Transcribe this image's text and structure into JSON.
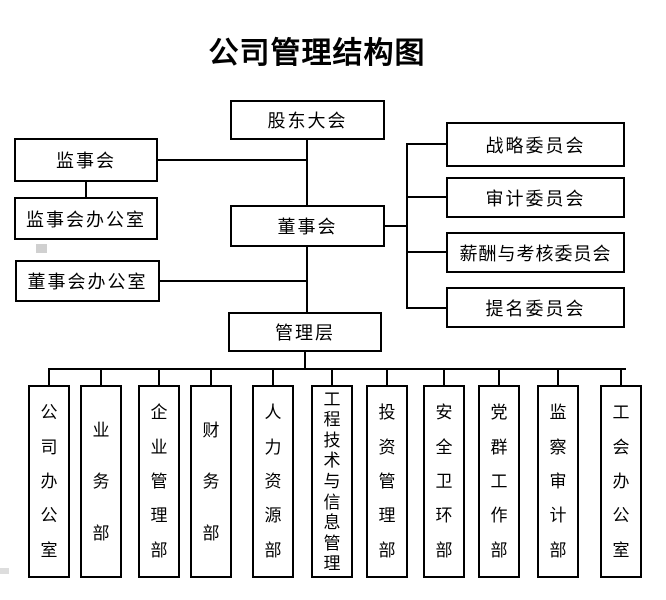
{
  "title": "公司管理结构图",
  "nodes": {
    "shareholders": "股东大会",
    "supervisory_board": "监事会",
    "supervisory_office": "监事会办公室",
    "board": "董事会",
    "board_office": "董事会办公室",
    "management": "管理层"
  },
  "committees": [
    "战略委员会",
    "审计委员会",
    "薪酬与考核委员会",
    "提名委员会"
  ],
  "departments": [
    "公司办公室",
    "业务部",
    "企业管理部",
    "财务部",
    "人力资源部",
    "工程技术与信息管理",
    "投资管理部",
    "安全卫环部",
    "党群工作部",
    "监察审计部",
    "工会办公室"
  ],
  "colors": {
    "line": "#000000",
    "background": "#ffffff",
    "text": "#000000"
  }
}
